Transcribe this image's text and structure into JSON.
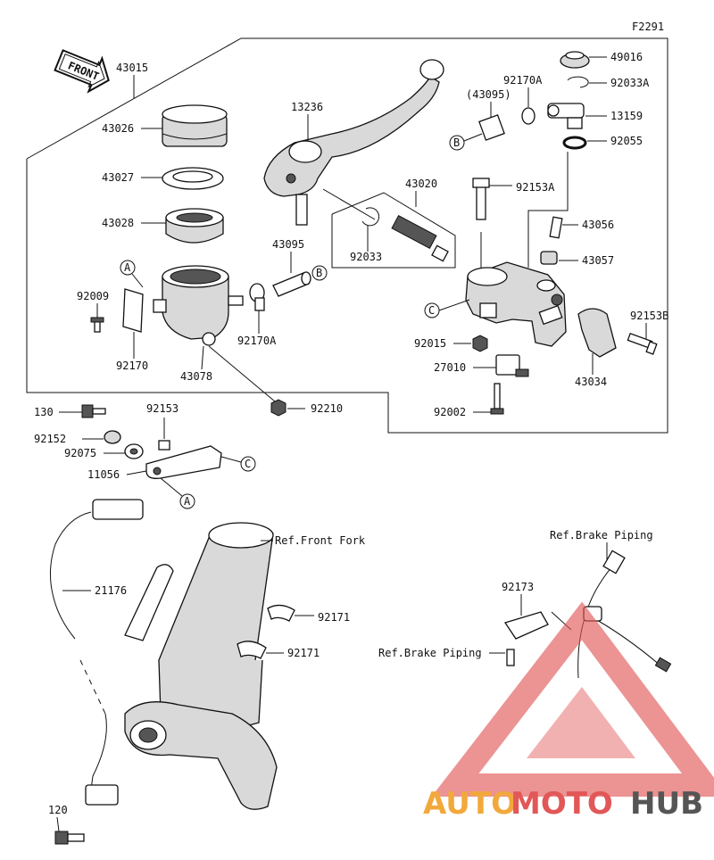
{
  "figure_code": "F2291",
  "front_arrow": "FRONT",
  "parts": {
    "p43015": "43015",
    "p43026": "43026",
    "p43027": "43027",
    "p43028": "43028",
    "p92009": "92009",
    "p92170": "92170",
    "p43078": "43078",
    "p92210": "92210",
    "p13236": "13236",
    "p43095": "43095",
    "p43095_ref": "(43095)",
    "p92170A_a": "92170A",
    "p92170A_b": "92170A",
    "p92033": "92033",
    "p43020": "43020",
    "p92153A": "92153A",
    "p49016": "49016",
    "p92033A": "92033A",
    "p13159": "13159",
    "p92055": "92055",
    "p43056": "43056",
    "p43057": "43057",
    "p92153B": "92153B",
    "p92015": "92015",
    "p27010": "27010",
    "p43034": "43034",
    "p92002": "92002",
    "p130": "130",
    "p92153": "92153",
    "p92152": "92152",
    "p92075": "92075",
    "p11056": "11056",
    "p21176": "21176",
    "p92171_a": "92171",
    "p92171_b": "92171",
    "p92173": "92173",
    "p120": "120"
  },
  "refs": {
    "front_fork": "Ref.Front Fork",
    "brake_piping_a": "Ref.Brake Piping",
    "brake_piping_b": "Ref.Brake Piping"
  },
  "callouts": {
    "A1": "A",
    "A2": "A",
    "B1": "B",
    "B2": "B",
    "C1": "C",
    "C2": "C"
  },
  "watermark": {
    "part1": "AUTO",
    "part2": "MOTO",
    "part3": "HUB",
    "color1": "#f2a93b",
    "color2": "#e25757",
    "color3": "#555555"
  }
}
